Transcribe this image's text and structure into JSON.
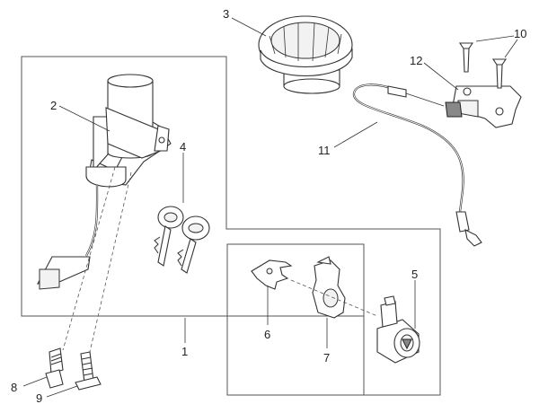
{
  "callouts": {
    "c1": "1",
    "c2": "2",
    "c3": "3",
    "c4": "4",
    "c5": "5",
    "c6": "6",
    "c7": "7",
    "c8": "8",
    "c9": "9",
    "c10": "10",
    "c11": "11",
    "c12": "12"
  },
  "colors": {
    "line": "#333333",
    "fill_dark": "#888888",
    "background": "#ffffff"
  }
}
